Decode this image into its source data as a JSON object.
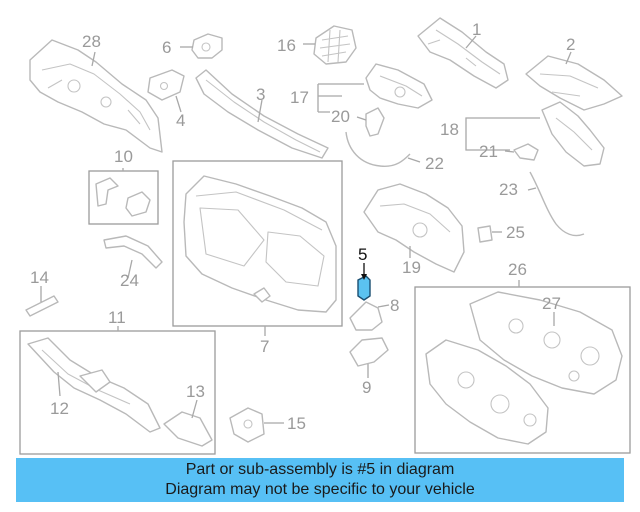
{
  "callouts": [
    {
      "id": "28",
      "label": "28"
    },
    {
      "id": "6",
      "label": "6"
    },
    {
      "id": "16",
      "label": "16"
    },
    {
      "id": "1",
      "label": "1"
    },
    {
      "id": "2",
      "label": "2"
    },
    {
      "id": "4",
      "label": "4"
    },
    {
      "id": "3",
      "label": "3"
    },
    {
      "id": "17",
      "label": "17"
    },
    {
      "id": "20",
      "label": "20"
    },
    {
      "id": "18",
      "label": "18"
    },
    {
      "id": "21",
      "label": "21"
    },
    {
      "id": "22",
      "label": "22"
    },
    {
      "id": "10",
      "label": "10"
    },
    {
      "id": "23",
      "label": "23"
    },
    {
      "id": "25",
      "label": "25"
    },
    {
      "id": "24",
      "label": "24"
    },
    {
      "id": "5",
      "label": "5"
    },
    {
      "id": "19",
      "label": "19"
    },
    {
      "id": "26",
      "label": "26"
    },
    {
      "id": "14",
      "label": "14"
    },
    {
      "id": "27",
      "label": "27"
    },
    {
      "id": "8",
      "label": "8"
    },
    {
      "id": "11",
      "label": "11"
    },
    {
      "id": "7",
      "label": "7"
    },
    {
      "id": "9",
      "label": "9"
    },
    {
      "id": "12",
      "label": "12"
    },
    {
      "id": "13",
      "label": "13"
    },
    {
      "id": "15",
      "label": "15"
    }
  ],
  "highlight": {
    "part": "5",
    "color": "#5bc2f0"
  },
  "banner": {
    "line1": "Part or sub-assembly is #5 in diagram",
    "line2": "Diagram may not be specific to your vehicle",
    "color": "#57c0f5"
  }
}
